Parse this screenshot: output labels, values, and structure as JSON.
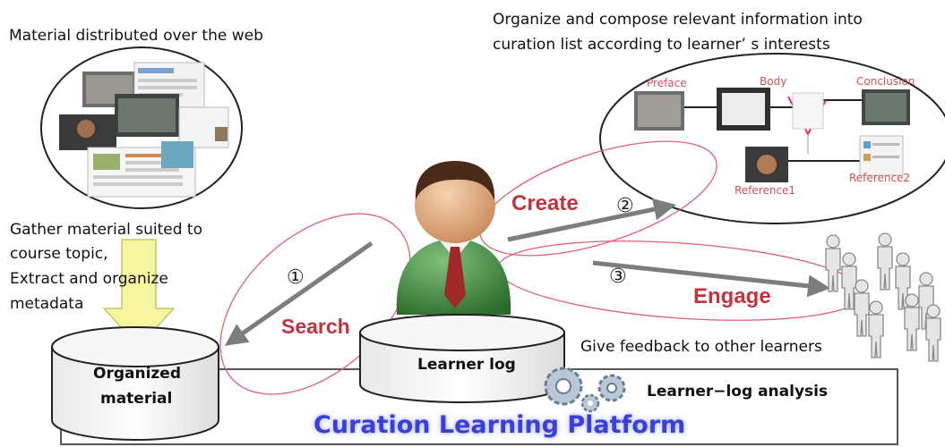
{
  "top_left_label": "Material distributed over the web",
  "top_right_label": [
    "Organize and compose relevant information into",
    "curation list according to learner’ s interests"
  ],
  "gather_label": [
    "Gather material suited to",
    "course topic,",
    "Extract and organize",
    "metadata"
  ],
  "steps": {
    "search": {
      "number": "①",
      "label": "Search"
    },
    "create": {
      "number": "②",
      "label": "Create"
    },
    "engage": {
      "number": "③",
      "label": "Engage"
    }
  },
  "curation_list": {
    "preface": "Preface",
    "body": "Body",
    "conclusion": "Conclusion",
    "reference1": "Reference1",
    "reference2": "Reference2"
  },
  "feedback_label": "Give feedback to other learners",
  "databases": {
    "organized_material": [
      "Organized",
      "material"
    ],
    "learner_log": "Learner log"
  },
  "analysis_label": "Learner−log analysis",
  "platform_title": "Curation Learning Platform",
  "colors": {
    "red_label": "#c0333f",
    "platform_title": "#3a3fd6",
    "arrow_gray": "#7a7a7a",
    "yellow_arrow": "#f6f5a0",
    "learner_green": "#3f7a3f"
  }
}
